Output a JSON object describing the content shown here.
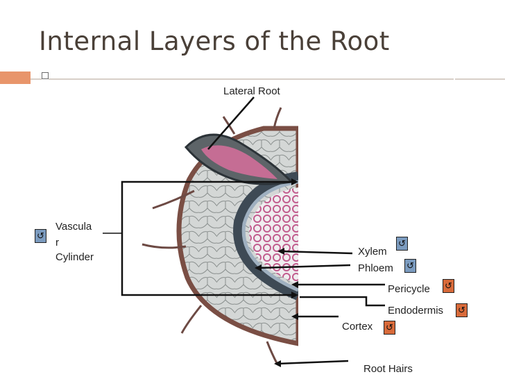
{
  "title": "Internal Layers of the Root",
  "labels": {
    "lateral_root": "Lateral Root",
    "vascular_line1": "Vascula",
    "vascular_line2": "r",
    "vascular_line3": "Cylinder",
    "xylem": "Xylem",
    "phloem": "Phloem",
    "pericycle": "Pericycle",
    "endodermis": "Endodermis",
    "cortex": "Cortex",
    "root_hairs": "Root Hairs"
  },
  "colors": {
    "title": "#4a4038",
    "accent_bar": "#e8956b",
    "return_button_blue": "#7b9bbf",
    "return_button_orange": "#d86a3a",
    "cortex_cells": "#d7d9d8",
    "epidermis": "#7a4e44",
    "vascular_pink": "#c25d8e"
  },
  "icons": {
    "return_button": "return-arrow-icon"
  }
}
